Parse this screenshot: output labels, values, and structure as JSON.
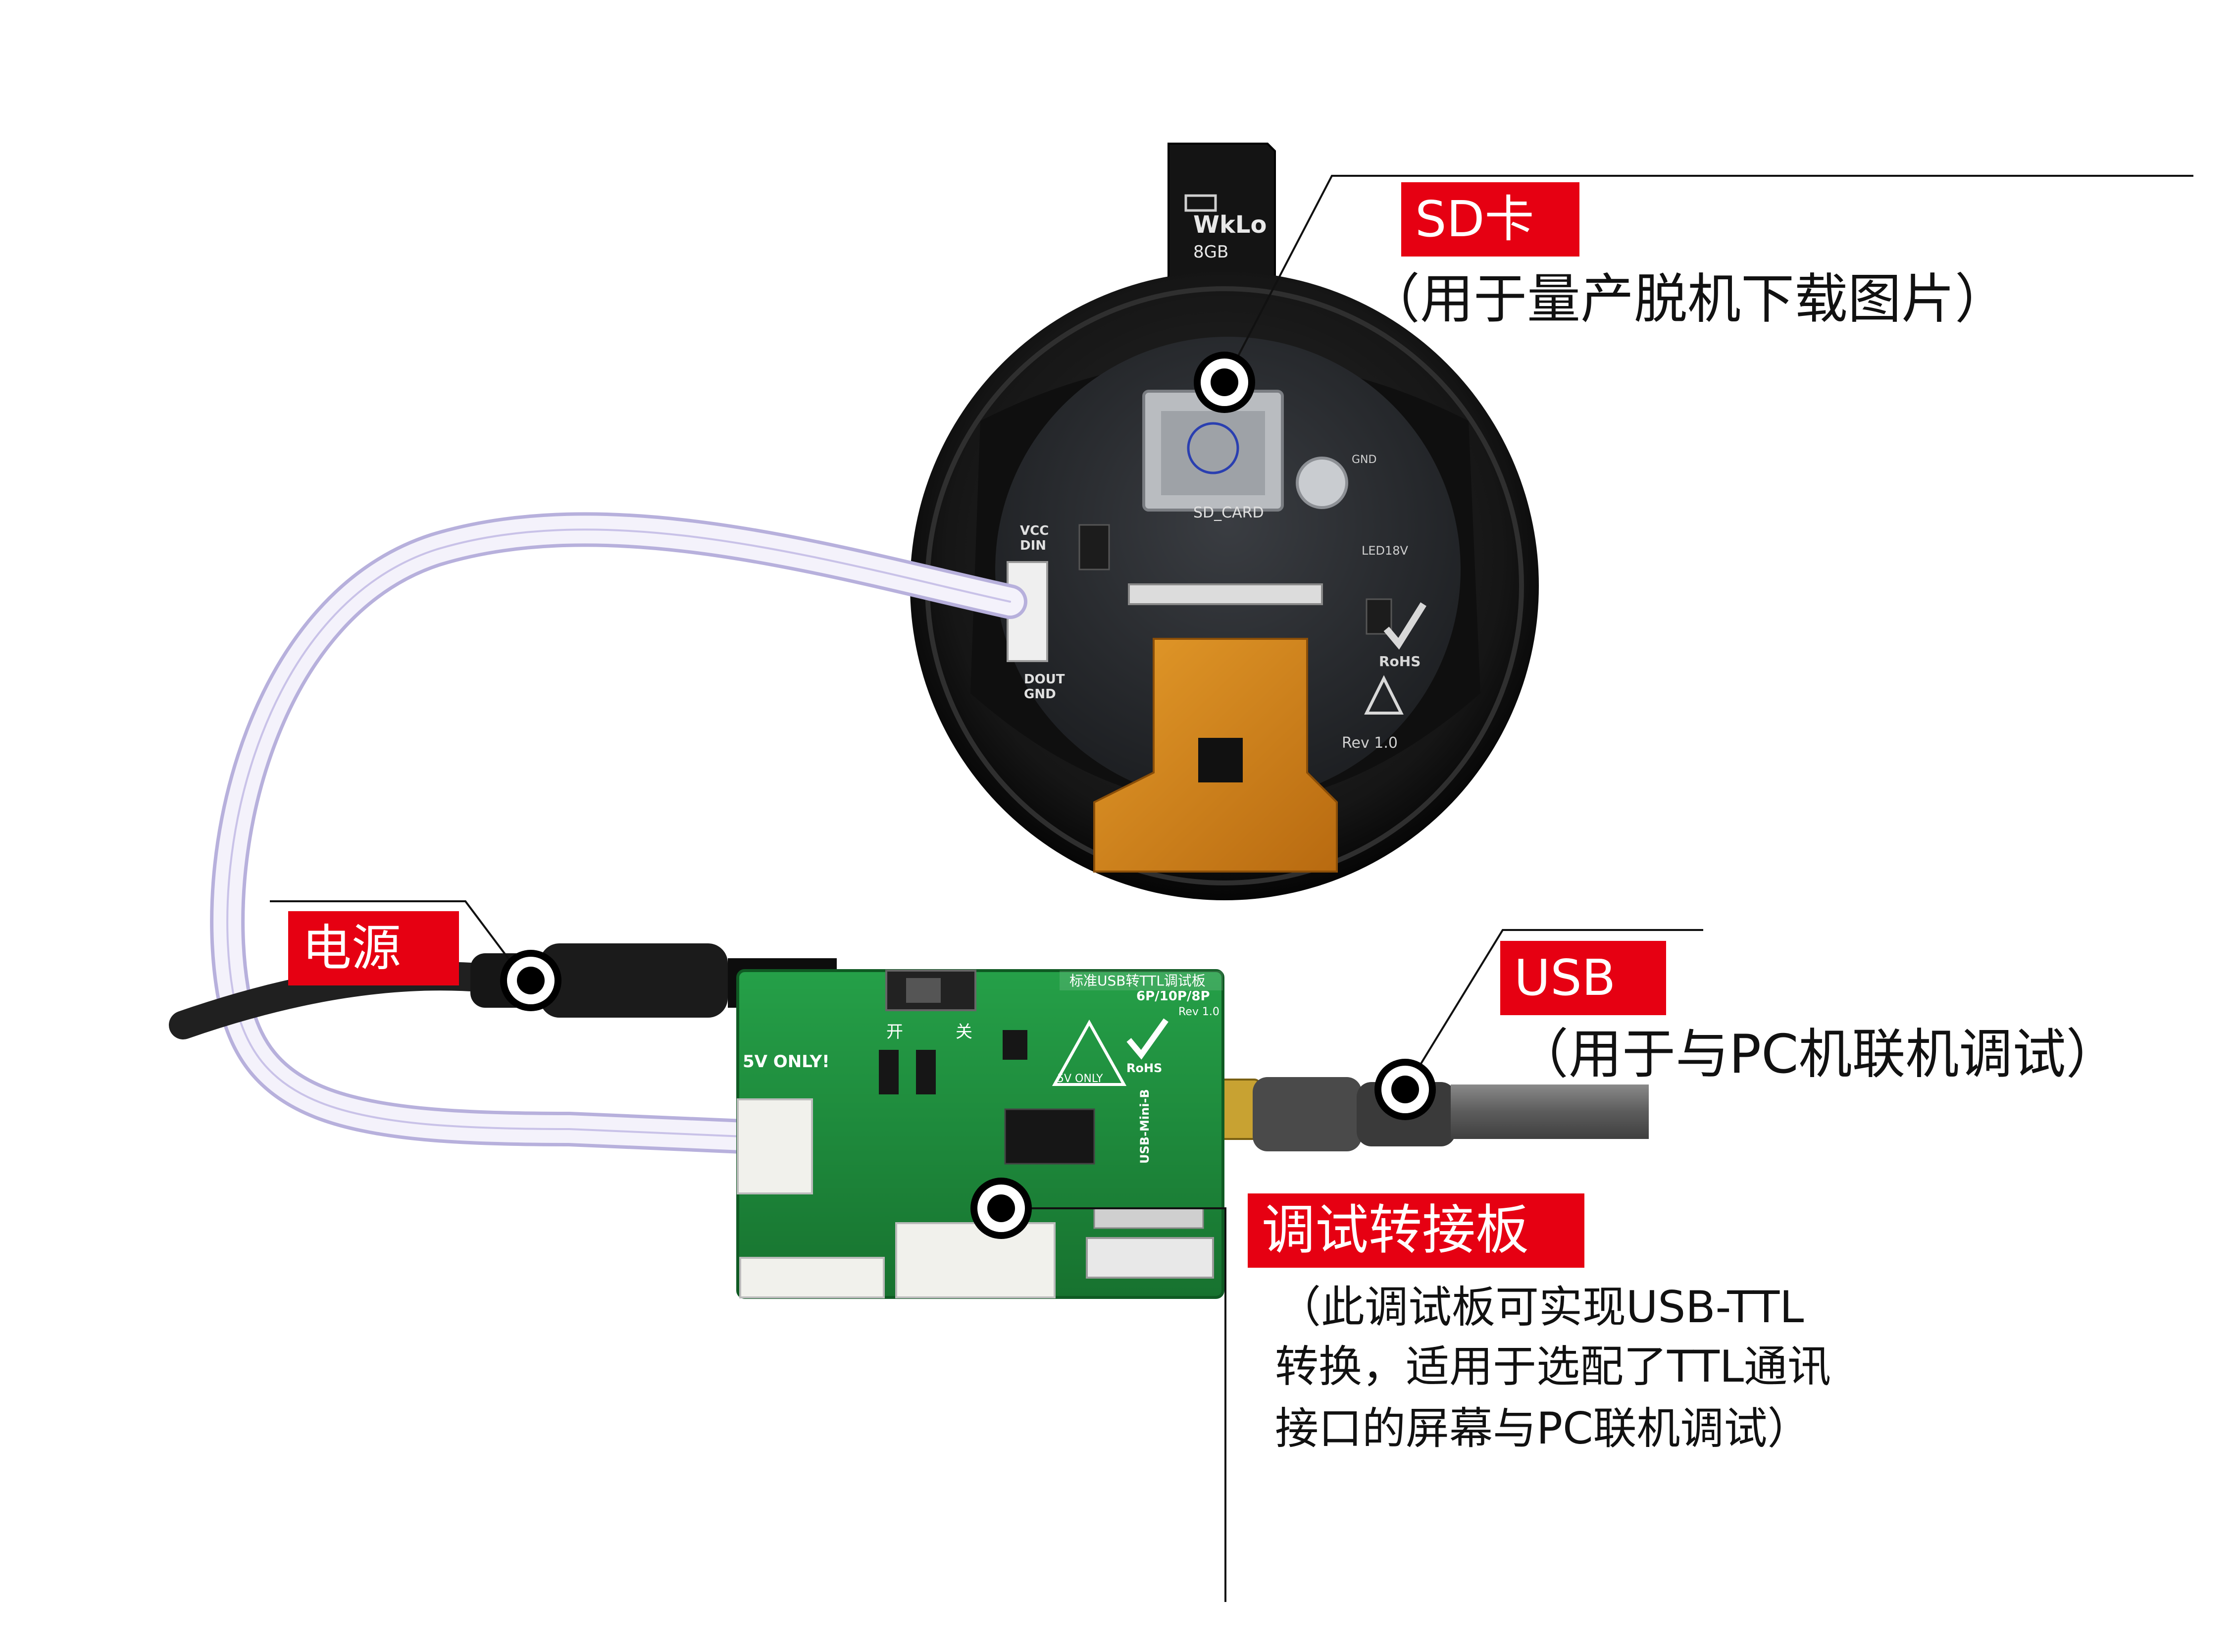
{
  "callouts": {
    "sd_card": {
      "tag": "SD卡",
      "description": "（用于量产脱机下载图片）"
    },
    "power": {
      "tag": "电源"
    },
    "usb": {
      "tag": "USB",
      "description": "（用于与PC机联机调试）"
    },
    "debug_board": {
      "tag": "调试转接板",
      "description_lines": [
        "（此调试板可实现USB-TTL",
        "转换，适用于选配了TTL通讯",
        "接口的屏幕与PC联机调试）"
      ]
    }
  },
  "device_markings": {
    "sd_card_brand": "WkLo",
    "sd_card_size": "8GB",
    "sd_slot": "SD_CARD",
    "module_rev": "Rev 1.0",
    "module_rohs": "RoHS",
    "module_pins_top": [
      "VCC",
      "DIN"
    ],
    "module_pins_bottom": [
      "DOUT",
      "GND"
    ],
    "module_gnd": "GND",
    "module_led": "LED18V",
    "board_title": "标准USB转TTL调试板",
    "board_variant": "6P/10P/8P",
    "board_rev": "Rev 1.0",
    "board_5v": "5V ONLY!",
    "board_switch_on": "开",
    "board_switch_off": "关",
    "board_warning": "5V ONLY",
    "board_rohs": "RoHS",
    "board_usb_port": "USB-Mini-B"
  },
  "colors": {
    "tag_red": "#e60012",
    "pcb_green": "#1f8a3c",
    "module_black": "#1a1a1a",
    "fpc_orange": "#d98a1c",
    "cable_white": "#f4f2fb",
    "cable_grey": "#5a5a5a"
  }
}
